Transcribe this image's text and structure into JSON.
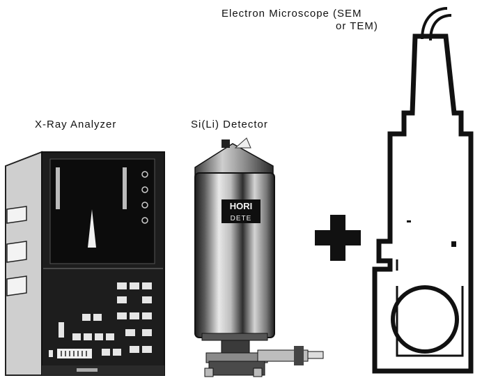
{
  "labels": {
    "xray_analyzer": "X-Ray Analyzer",
    "detector": "Si(Li) Detector",
    "microscope_line1": "Electron Microscope (SEM",
    "microscope_line2": "or TEM)"
  },
  "detector_badge": {
    "line1": "HORI",
    "line2": "DETE"
  },
  "colors": {
    "ink": "#111111",
    "panel_dark": "#1d1d1d",
    "metal_light": "#d8d8d8",
    "metal_dark": "#3a3a3a"
  }
}
